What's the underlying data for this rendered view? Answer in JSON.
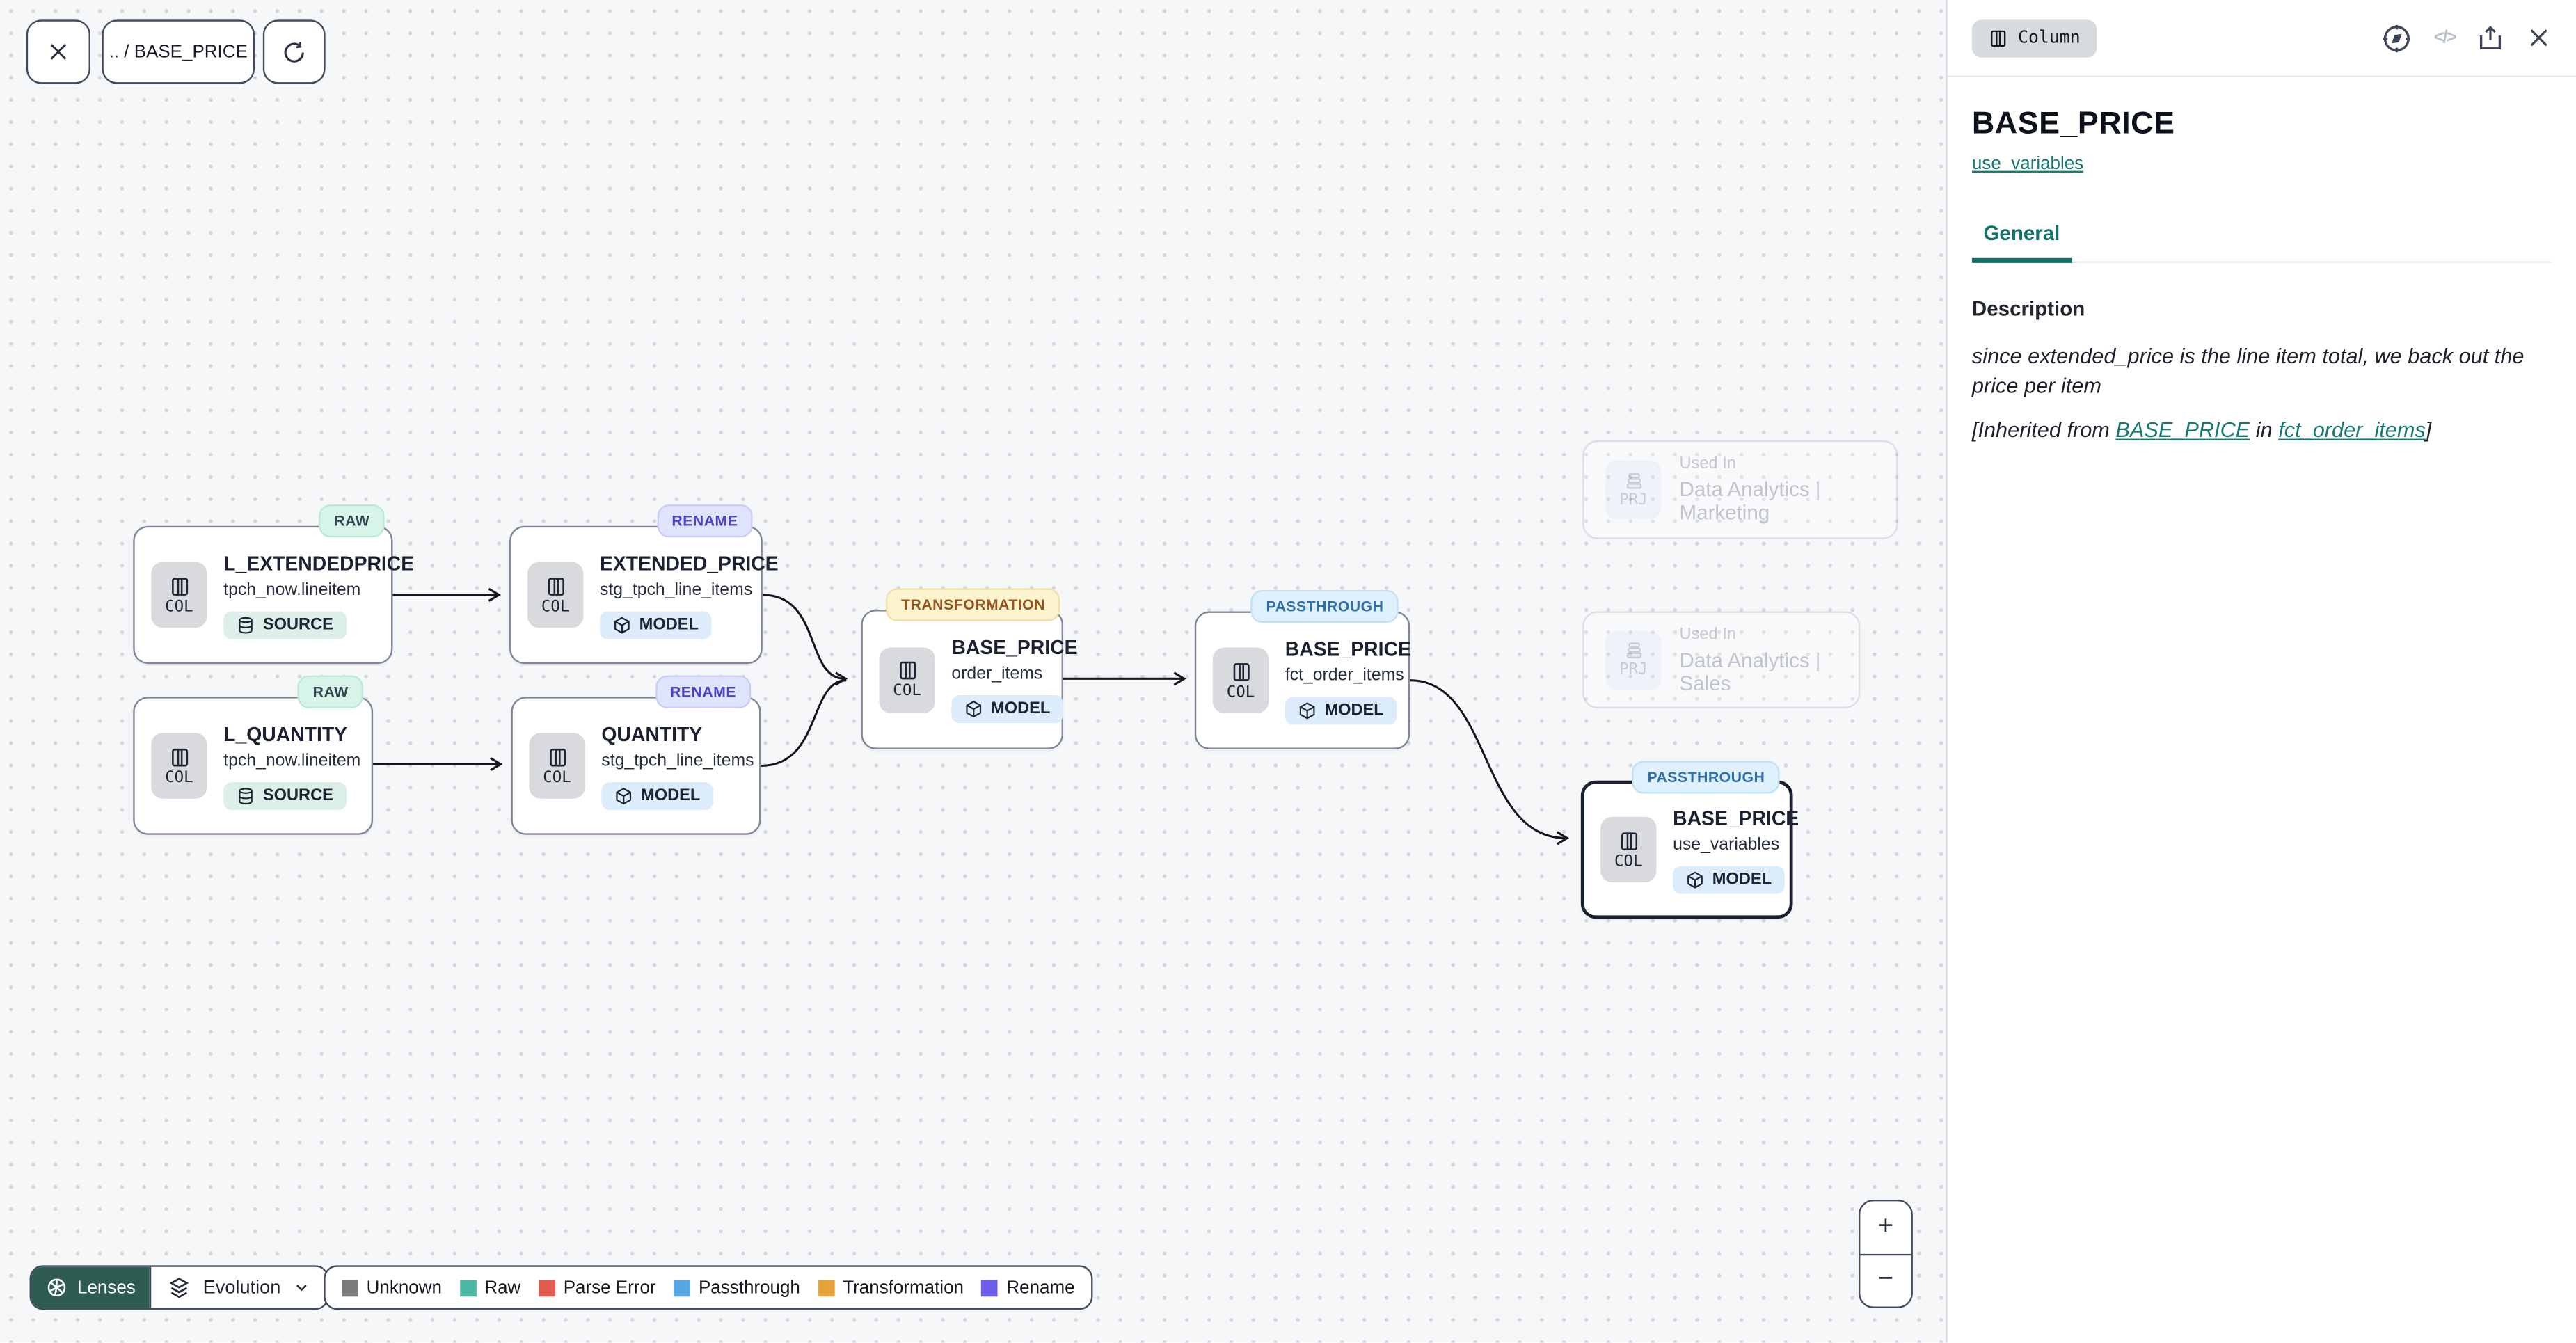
{
  "toolbar": {
    "breadcrumb": ".. / BASE_PRICE"
  },
  "canvas": {
    "nodes": [
      {
        "badge": "RAW",
        "title": "L_EXTENDEDPRICE",
        "subtitle": "tpch_now.lineitem",
        "kind": "COL",
        "chip": "SOURCE"
      },
      {
        "badge": "RENAME",
        "title": "EXTENDED_PRICE",
        "subtitle": "stg_tpch_line_items",
        "kind": "COL",
        "chip": "MODEL"
      },
      {
        "badge": "RAW",
        "title": "L_QUANTITY",
        "subtitle": "tpch_now.lineitem",
        "kind": "COL",
        "chip": "SOURCE"
      },
      {
        "badge": "RENAME",
        "title": "QUANTITY",
        "subtitle": "stg_tpch_line_items",
        "kind": "COL",
        "chip": "MODEL"
      },
      {
        "badge": "TRANSFORMATION",
        "title": "BASE_PRICE",
        "subtitle": "order_items",
        "kind": "COL",
        "chip": "MODEL"
      },
      {
        "badge": "PASSTHROUGH",
        "title": "BASE_PRICE",
        "subtitle": "fct_order_items",
        "kind": "COL",
        "chip": "MODEL"
      },
      {
        "badge": "PASSTHROUGH",
        "title": "BASE_PRICE",
        "subtitle": "use_variables",
        "kind": "COL",
        "chip": "MODEL",
        "selected": true
      }
    ],
    "used_in": [
      {
        "kind": "PRJ",
        "label": "Used In",
        "project": "Data Analytics | Marketing"
      },
      {
        "kind": "PRJ",
        "label": "Used In",
        "project": "Data Analytics | Sales"
      }
    ],
    "lenses": {
      "button": "Lenses",
      "mode": "Evolution"
    },
    "legend": [
      {
        "label": "Unknown",
        "color": "#7b7b7b"
      },
      {
        "label": "Raw",
        "color": "#4cb8a4"
      },
      {
        "label": "Parse Error",
        "color": "#e15b50"
      },
      {
        "label": "Passthrough",
        "color": "#56a6e3"
      },
      {
        "label": "Transformation",
        "color": "#e6a33a"
      },
      {
        "label": "Rename",
        "color": "#6c5de8"
      }
    ],
    "zoom": {
      "in": "+",
      "out": "−"
    }
  },
  "panel": {
    "type_badge": "Column",
    "code_icon_glyph": "</>",
    "title": "BASE_PRICE",
    "model_link": "use_variables",
    "tab_general": "General",
    "description_heading": "Description",
    "description_text": "since extended_price is the line item total, we back out the price per item",
    "inherited": {
      "prefix": "[Inherited from ",
      "link_column": "BASE_PRICE",
      "middle": " in ",
      "link_model": "fct_order_items",
      "suffix": "]"
    }
  }
}
